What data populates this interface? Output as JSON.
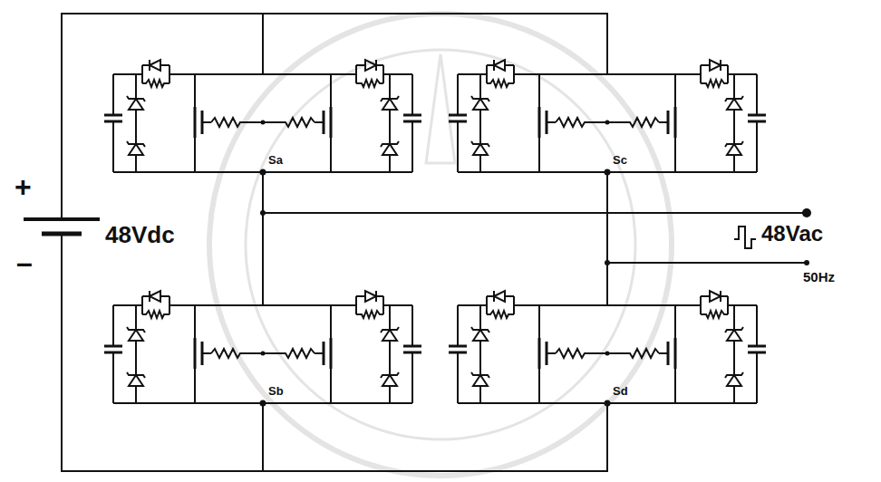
{
  "diagram": {
    "labels": [
      "+",
      "48Vdc",
      "–",
      "Sa",
      "Sc",
      "Sb",
      "Sd",
      "48Vac",
      "50Hz"
    ]
  }
}
